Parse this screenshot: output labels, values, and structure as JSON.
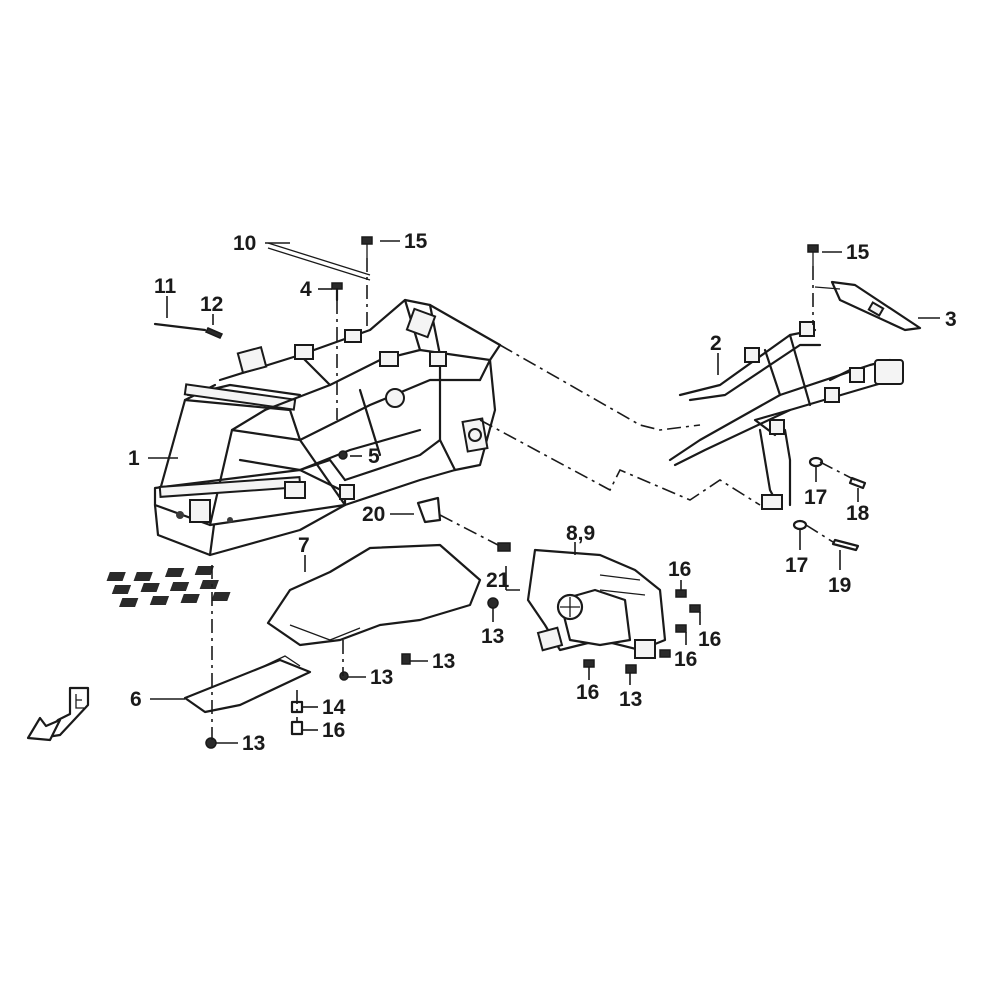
{
  "callouts": [
    {
      "id": "c1",
      "label": "1"
    },
    {
      "id": "c2",
      "label": "2"
    },
    {
      "id": "c3",
      "label": "3"
    },
    {
      "id": "c4",
      "label": "4"
    },
    {
      "id": "c5",
      "label": "5"
    },
    {
      "id": "c6",
      "label": "6"
    },
    {
      "id": "c7",
      "label": "7"
    },
    {
      "id": "c89",
      "label": "8,9"
    },
    {
      "id": "c10",
      "label": "10"
    },
    {
      "id": "c11",
      "label": "11"
    },
    {
      "id": "c12",
      "label": "12"
    },
    {
      "id": "c13a",
      "label": "13"
    },
    {
      "id": "c13b",
      "label": "13"
    },
    {
      "id": "c13c",
      "label": "13"
    },
    {
      "id": "c13d",
      "label": "13"
    },
    {
      "id": "c13e",
      "label": "13"
    },
    {
      "id": "c14",
      "label": "14"
    },
    {
      "id": "c15a",
      "label": "15"
    },
    {
      "id": "c15b",
      "label": "15"
    },
    {
      "id": "c16a",
      "label": "16"
    },
    {
      "id": "c16b",
      "label": "16"
    },
    {
      "id": "c16c",
      "label": "16"
    },
    {
      "id": "c16d",
      "label": "16"
    },
    {
      "id": "c16e",
      "label": "16"
    },
    {
      "id": "c17a",
      "label": "17"
    },
    {
      "id": "c17b",
      "label": "17"
    },
    {
      "id": "c18",
      "label": "18"
    },
    {
      "id": "c19",
      "label": "19"
    },
    {
      "id": "c20",
      "label": "20"
    },
    {
      "id": "c21",
      "label": "21"
    }
  ],
  "direction_marker": {
    "label": "F",
    "icon": "front-direction-arrow-icon"
  },
  "colors": {
    "ink": "#1a1a1a",
    "background": "#ffffff"
  }
}
